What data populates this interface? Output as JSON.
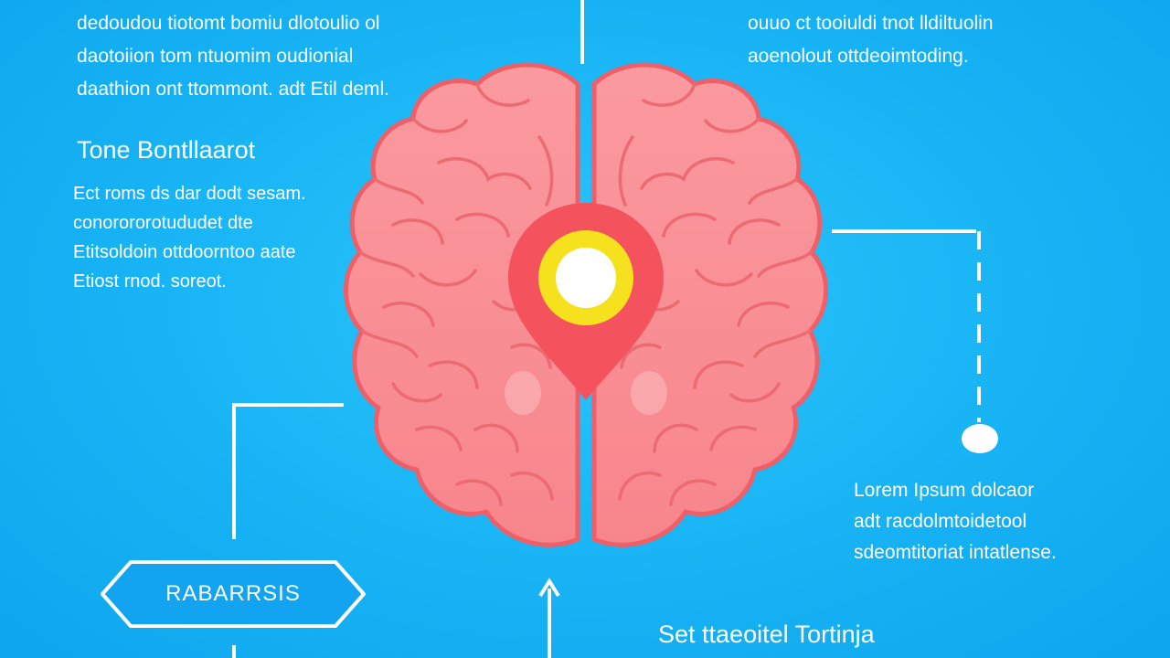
{
  "top_left": {
    "lines": [
      "dedoudou tiotomt bomiu dlotoulio ol",
      "daotoiion tom ntuomim oudionial",
      "daathion ont ttommont. adt Etil deml."
    ]
  },
  "top_right": {
    "lines": [
      "ouuo ct tooiuldi tnot lldiltuolin",
      "aoenolout ottdeoimtoding."
    ]
  },
  "left_section": {
    "title": "Tone Bontllaarot",
    "lines": [
      "Ect roms ds dar dodt sesam.",
      "conorororotududet dte",
      "Etitsoldoin ottdoorntoo aate",
      "Etiost rnod. soreot."
    ]
  },
  "right_section": {
    "lines": [
      "Lorem Ipsum dolcaor",
      "adt racdolmtoidetool",
      "sdeomtitoriat intatlense."
    ]
  },
  "hex_label": "RABARRSIS",
  "bottom_title": "Set ttaeoitel Tortinja",
  "colors": {
    "background": "#19b5f5",
    "brain_fill": "#f98f94",
    "brain_outline": "#ef5f68",
    "pin": "#f4525c",
    "pin_ring": "#f6e11e",
    "hex_fill": "#12a4f1",
    "connector": "#ffffff"
  },
  "icons": {
    "brain": "brain-icon",
    "pin": "location-pin-icon",
    "arrow": "arrow-up-icon"
  }
}
